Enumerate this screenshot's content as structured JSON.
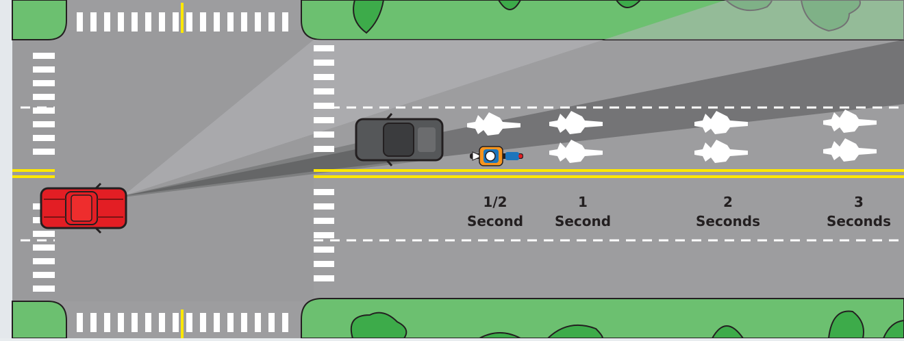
{
  "colors": {
    "road": "#9d9d9f",
    "grass": "#6cc070",
    "lane_center": "#ffe800",
    "approaching_car": "#e31e24",
    "blocking_car": "#555759",
    "blind_spot": "#4b4c4e"
  },
  "blind_spot_labels": [
    {
      "time": "1/2",
      "unit": "Second"
    },
    {
      "time": "1",
      "unit": "Second"
    },
    {
      "time": "2",
      "unit": "Seconds"
    },
    {
      "time": "3",
      "unit": "Seconds"
    }
  ]
}
